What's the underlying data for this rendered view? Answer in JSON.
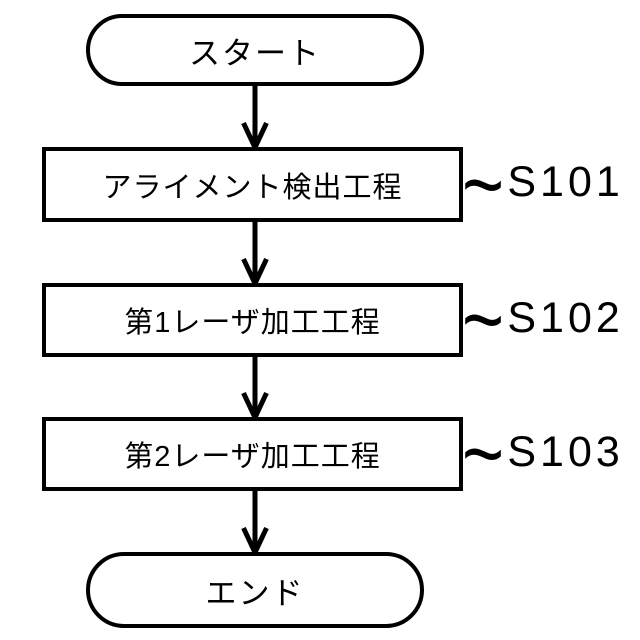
{
  "figure": {
    "type": "flowchart",
    "background_color": "#ffffff",
    "line_color": "#000000",
    "nodes": [
      {
        "id": "start",
        "shape": "terminal",
        "label": "スタート"
      },
      {
        "id": "step1",
        "shape": "process",
        "label": "アライメント検出工程",
        "connector": "~",
        "ref": "S101"
      },
      {
        "id": "step2",
        "shape": "process",
        "label": "第1レーザ加工工程",
        "connector": "~",
        "ref": "S102"
      },
      {
        "id": "step3",
        "shape": "process",
        "label": "第2レーザ加工工程",
        "connector": "~",
        "ref": "S103"
      },
      {
        "id": "end",
        "shape": "terminal",
        "label": "エンド"
      }
    ],
    "edges": [
      {
        "from": "start",
        "to": "step1"
      },
      {
        "from": "step1",
        "to": "step2"
      },
      {
        "from": "step2",
        "to": "step3"
      },
      {
        "from": "step3",
        "to": "end"
      }
    ]
  }
}
